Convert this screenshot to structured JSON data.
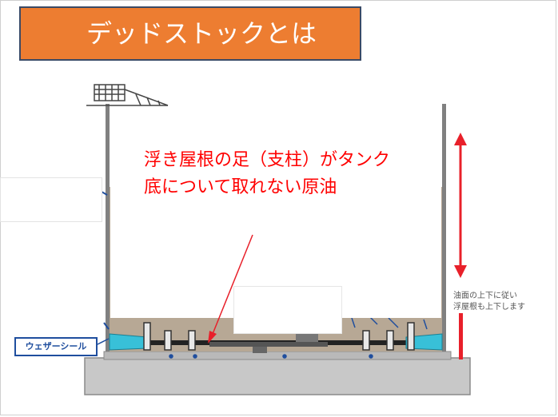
{
  "title": "デッドストックとは",
  "annotation": {
    "line1": "浮き屋根の足（支柱）がタンク",
    "line2": "底について取れない原油"
  },
  "level_note": {
    "line1": "油面の上下に従い",
    "line2": "浮屋根も上下します"
  },
  "seal_label": "ウェザーシール",
  "colors": {
    "title_bg": "#ed7d31",
    "annotation_text": "#ff0000",
    "arrow": "#e8202a",
    "seal": "#1f4e9e",
    "roof_blue": "#38c0d8",
    "oil": "#b7a895",
    "foundation": "#c8c8c8"
  }
}
